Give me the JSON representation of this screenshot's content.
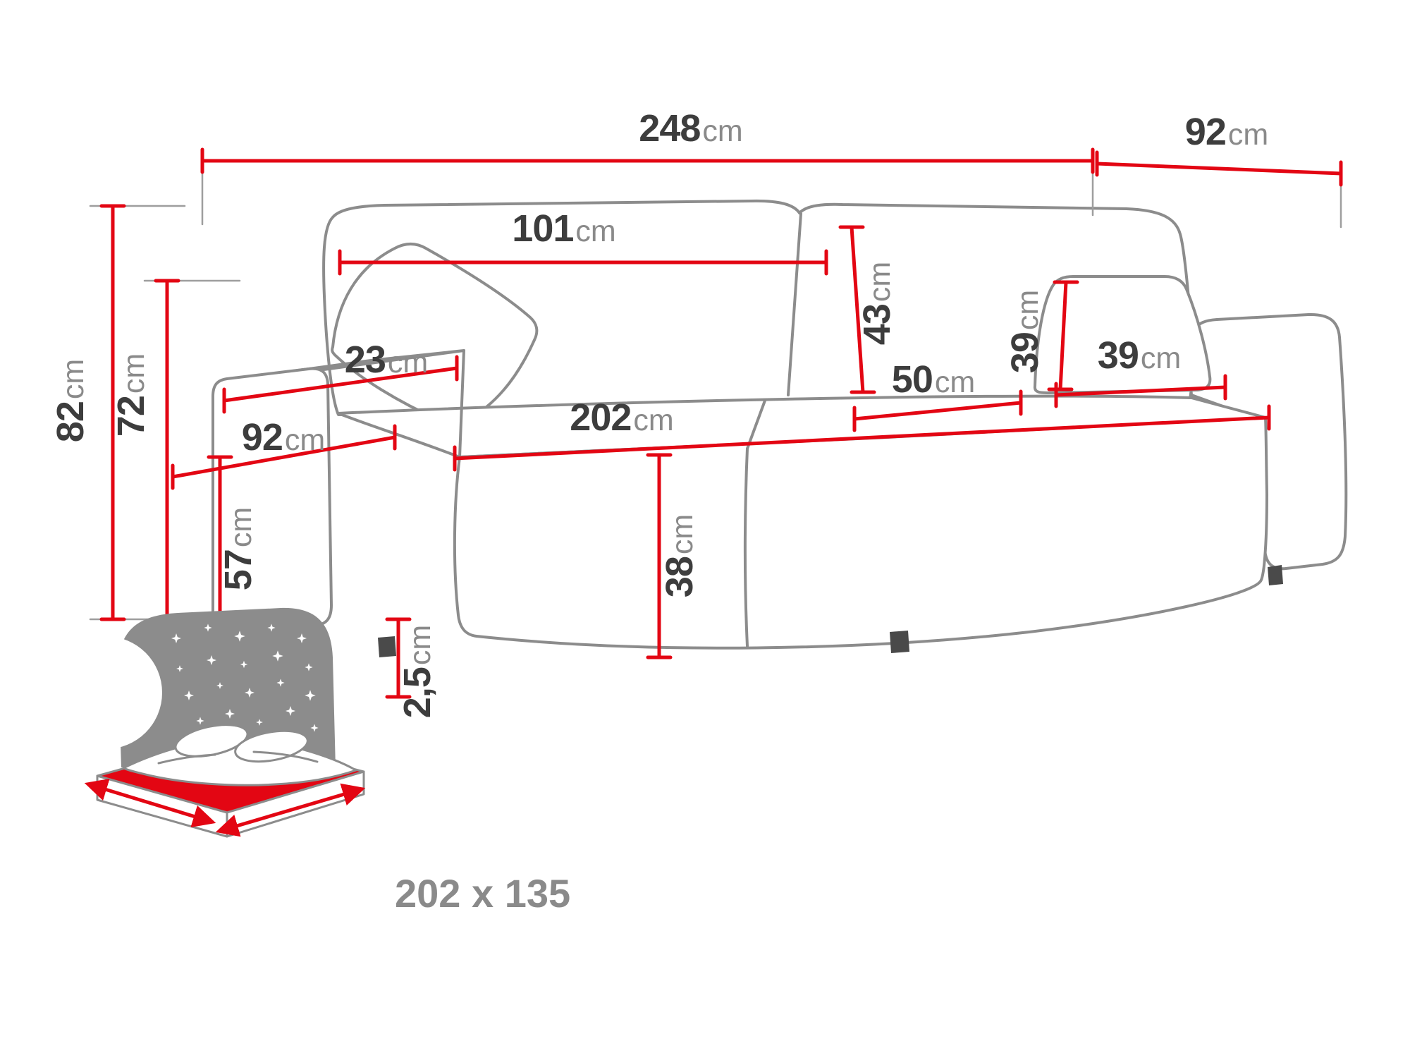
{
  "diagram": {
    "subject": "sofa-dimension-diagram",
    "colors": {
      "dimension_red": "#e30613",
      "outline_gray": "#8c8c8c",
      "digit_color": "#3d3d3d",
      "unit_color": "#8a8a8a"
    }
  },
  "dims": {
    "overall_width": {
      "value": "248",
      "unit": "cm"
    },
    "overall_depth": {
      "value": "92",
      "unit": "cm"
    },
    "overall_height": {
      "value": "82",
      "unit": "cm"
    },
    "frame_height": {
      "value": "72",
      "unit": "cm"
    },
    "back_cushion_width": {
      "value": "101",
      "unit": "cm"
    },
    "back_cushion_height": {
      "value": "43",
      "unit": "cm"
    },
    "pillow_height": {
      "value": "39",
      "unit": "cm"
    },
    "pillow_width": {
      "value": "39",
      "unit": "cm"
    },
    "seat_width": {
      "value": "202",
      "unit": "cm"
    },
    "seat_depth": {
      "value": "50",
      "unit": "cm"
    },
    "seat_height": {
      "value": "38",
      "unit": "cm"
    },
    "armrest_width": {
      "value": "23",
      "unit": "cm"
    },
    "armrest_depth": {
      "value": "92",
      "unit": "cm"
    },
    "armrest_height": {
      "value": "57",
      "unit": "cm"
    },
    "leg_height": {
      "value": "2,5",
      "unit": "cm"
    }
  },
  "sleeping_area": {
    "label": "202 x 135"
  }
}
